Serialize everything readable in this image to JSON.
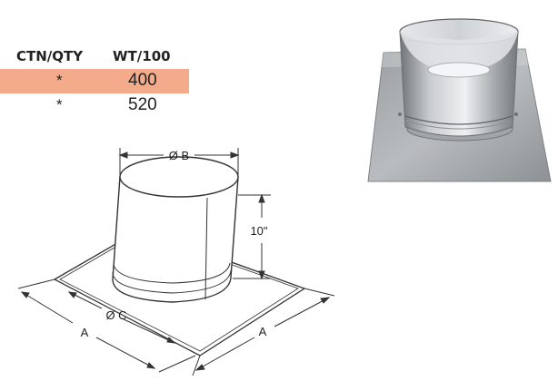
{
  "spec_table": {
    "headers": {
      "carton_qty": "CTN/QTY",
      "weight": "WT/100"
    },
    "rows": [
      {
        "carton_qty": "*",
        "weight": "400",
        "highlighted": true
      },
      {
        "carton_qty": "*",
        "weight": "520",
        "highlighted": false
      }
    ],
    "highlight_color": "#f4ab8c"
  },
  "drawing": {
    "diameter_b_label": "Ø B",
    "height_label": "10\"",
    "diameter_c_label": "Ø C",
    "side_a_left_label": "A",
    "side_a_right_label": "A"
  },
  "product_photo": {
    "icon": "metal-roof-flashing-photo"
  }
}
